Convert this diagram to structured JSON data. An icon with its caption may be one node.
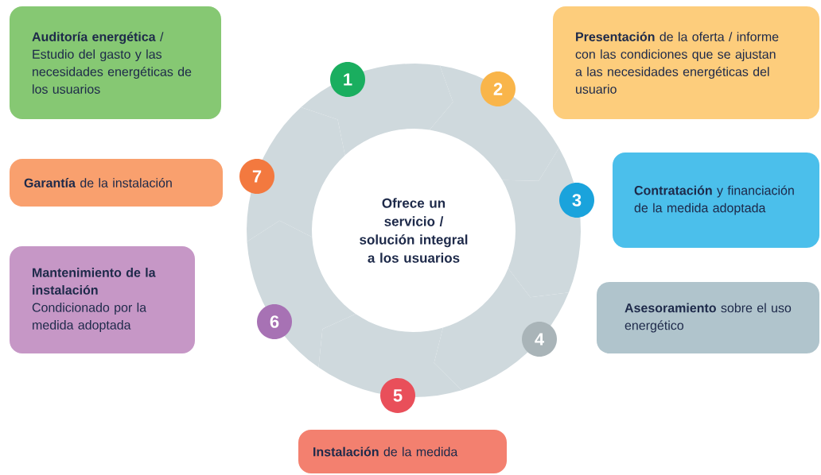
{
  "diagram": {
    "nodes": [
      {
        "text": [
          "**Auditoría energética** / Estudio del gasto y las necesidades energéticas de los usuarios"
        ]
      },
      {
        "text": [
          "**Presentación** de la oferta / informe con las condiciones que se ajustan a las necesidades energéticas del usuario"
        ]
      },
      {
        "text": [
          "**Contratación** y financiación de la medida adoptada"
        ]
      },
      {
        "text": [
          "**Asesoramiento** sobre el uso energético"
        ]
      },
      {
        "text": [
          "**Instalación** de la medida"
        ]
      },
      {
        "text": [
          "Mantenimiento de la instalación",
          "Condicionado por la medida adoptada"
        ]
      },
      {
        "text": [
          "**Garantía** de la instalación"
        ]
      },
      {
        "text": [
          "Ofrece un servicio / solución integral a los usuarios"
        ]
      },
      {
        "text": [
          "1"
        ]
      },
      {
        "text": [
          "2"
        ]
      },
      {
        "text": [
          "3"
        ]
      },
      {
        "text": [
          "4"
        ]
      },
      {
        "text": [
          "5"
        ]
      },
      {
        "text": [
          "6"
        ]
      },
      {
        "text": [
          "7"
        ]
      }
    ]
  }
}
